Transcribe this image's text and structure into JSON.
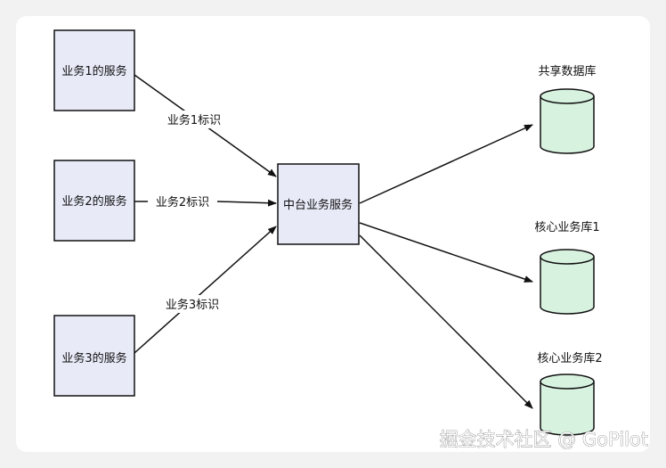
{
  "boxes": {
    "service1": "业务1的服务",
    "service2": "业务2的服务",
    "service3": "业务3的服务",
    "middle": "中台业务服务"
  },
  "edge_labels": {
    "id1": "业务1标识",
    "id2": "业务2标识",
    "id3": "业务3标识"
  },
  "databases": {
    "shared": "共享数据库",
    "core1": "核心业务库1",
    "core2": "核心业务库2"
  },
  "watermark": "掘金技术社区 @ GoPilot",
  "colors": {
    "service_box_fill": "#e8eaf8",
    "database_fill": "#d8f2e0",
    "stroke": "#111111"
  }
}
